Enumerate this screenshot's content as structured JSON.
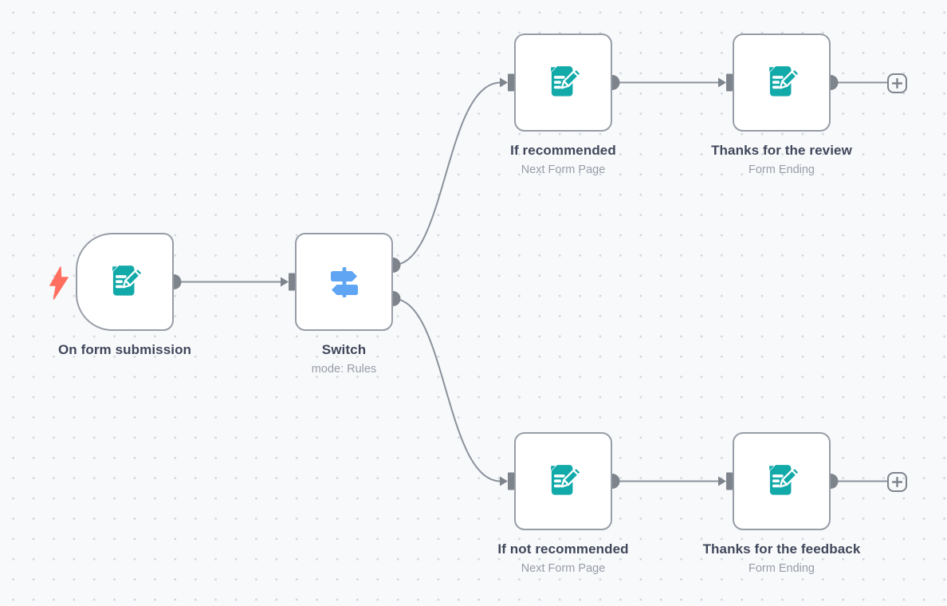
{
  "workflow": {
    "nodes": [
      {
        "title": "On form submission",
        "subtitle": "",
        "kind": "form-trigger"
      },
      {
        "title": "Switch",
        "subtitle": "mode: Rules",
        "kind": "switch"
      },
      {
        "title": "If recommended",
        "subtitle": "Next Form Page",
        "kind": "form-page"
      },
      {
        "title": "Thanks for the review",
        "subtitle": "Form Ending",
        "kind": "form-ending"
      },
      {
        "title": "If not recommended",
        "subtitle": "Next Form Page",
        "kind": "form-page"
      },
      {
        "title": "Thanks for the feedback",
        "subtitle": "Form Ending",
        "kind": "form-ending"
      }
    ],
    "icons": {
      "trigger_bolt": "lightning-bolt-icon",
      "form_node": "form-pen-icon",
      "switch_node": "signpost-icon",
      "add_node": "plus-icon"
    },
    "colors": {
      "canvas_background": "#f8f9fb",
      "grid_dot": "#d2d6dc",
      "node_border": "#979da7",
      "connection_line": "#8a919b",
      "connector_endpoint": "#7d848c",
      "form_icon_teal": "#12a9a9",
      "switch_icon_blue": "#60a5f3",
      "bolt_coral": "#ff6e5e",
      "title_text": "#40475a",
      "subtitle_text": "#969ca6"
    }
  }
}
